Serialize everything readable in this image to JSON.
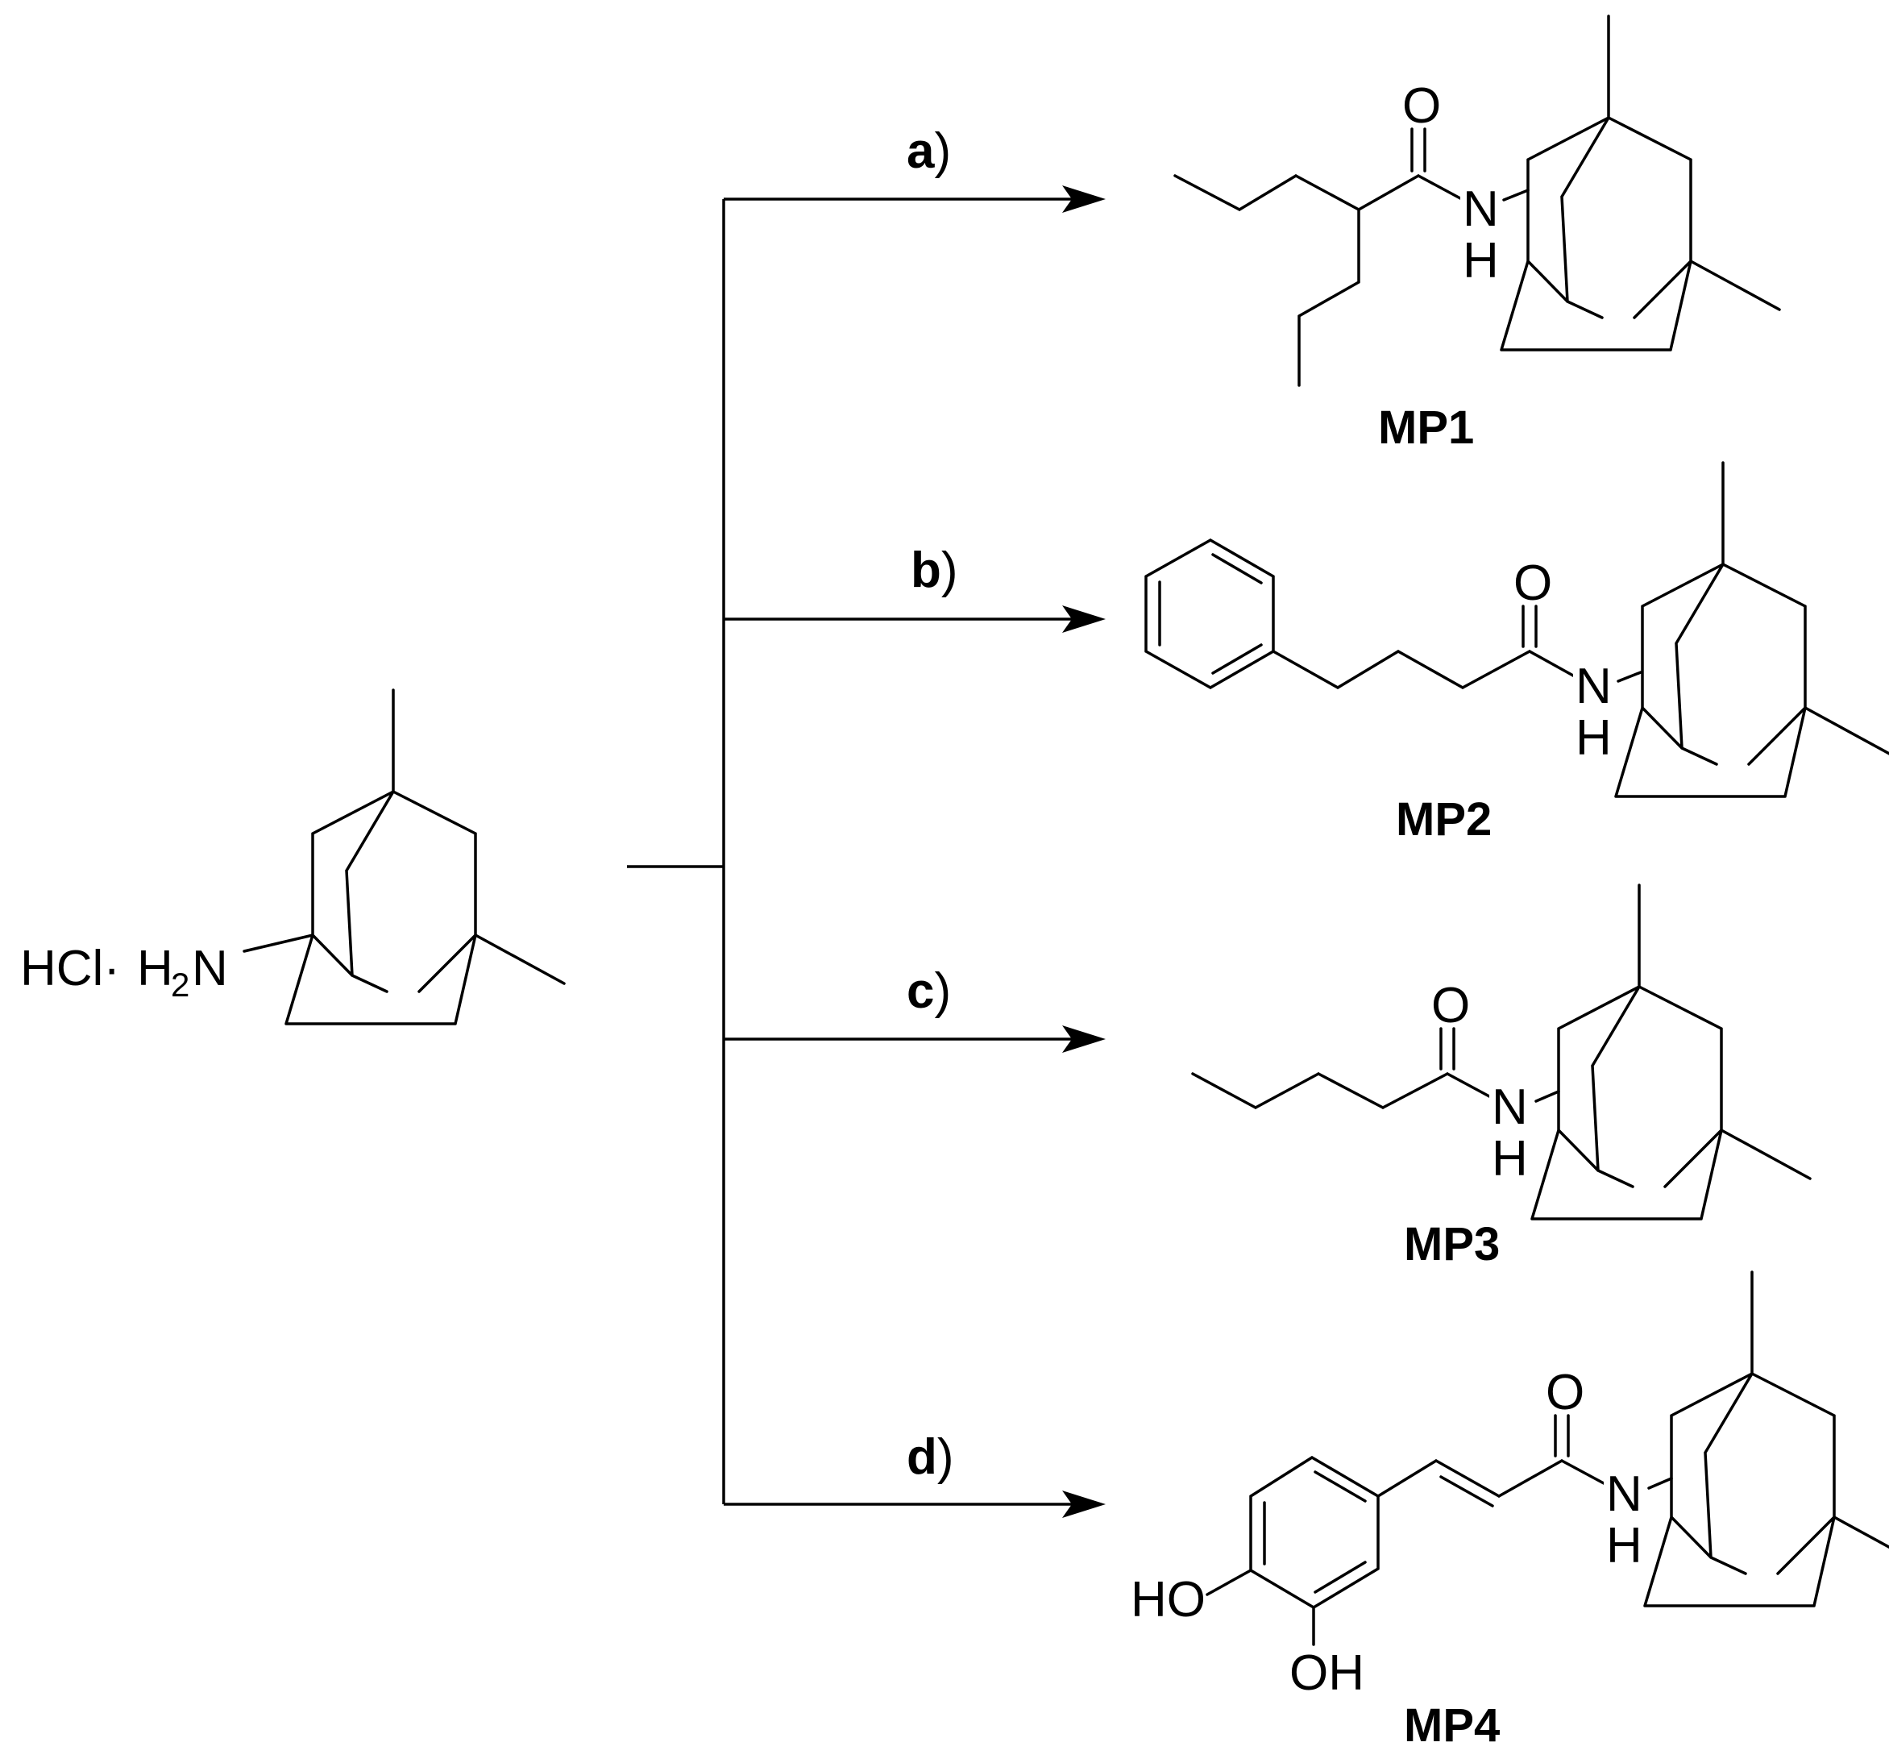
{
  "scheme": {
    "reagent": {
      "salt": "HCl·",
      "amine_h": "H",
      "amine_sub": "2",
      "amine_n": "N"
    },
    "steps": [
      {
        "letter": "a",
        "paren": ")"
      },
      {
        "letter": "b",
        "paren": ")"
      },
      {
        "letter": "c",
        "paren": ")"
      },
      {
        "letter": "d",
        "paren": ")"
      }
    ],
    "products": [
      {
        "label": "MP1",
        "o": "O",
        "n": "N",
        "h": "H"
      },
      {
        "label": "MP2",
        "o": "O",
        "n": "N",
        "h": "H"
      },
      {
        "label": "MP3",
        "o": "O",
        "n": "N",
        "h": "H"
      },
      {
        "label": "MP4",
        "o": "O",
        "n": "N",
        "h": "H",
        "ho": "HO",
        "oh": "OH"
      }
    ]
  },
  "colors": {
    "ink": "#000000",
    "background": "#ffffff"
  }
}
